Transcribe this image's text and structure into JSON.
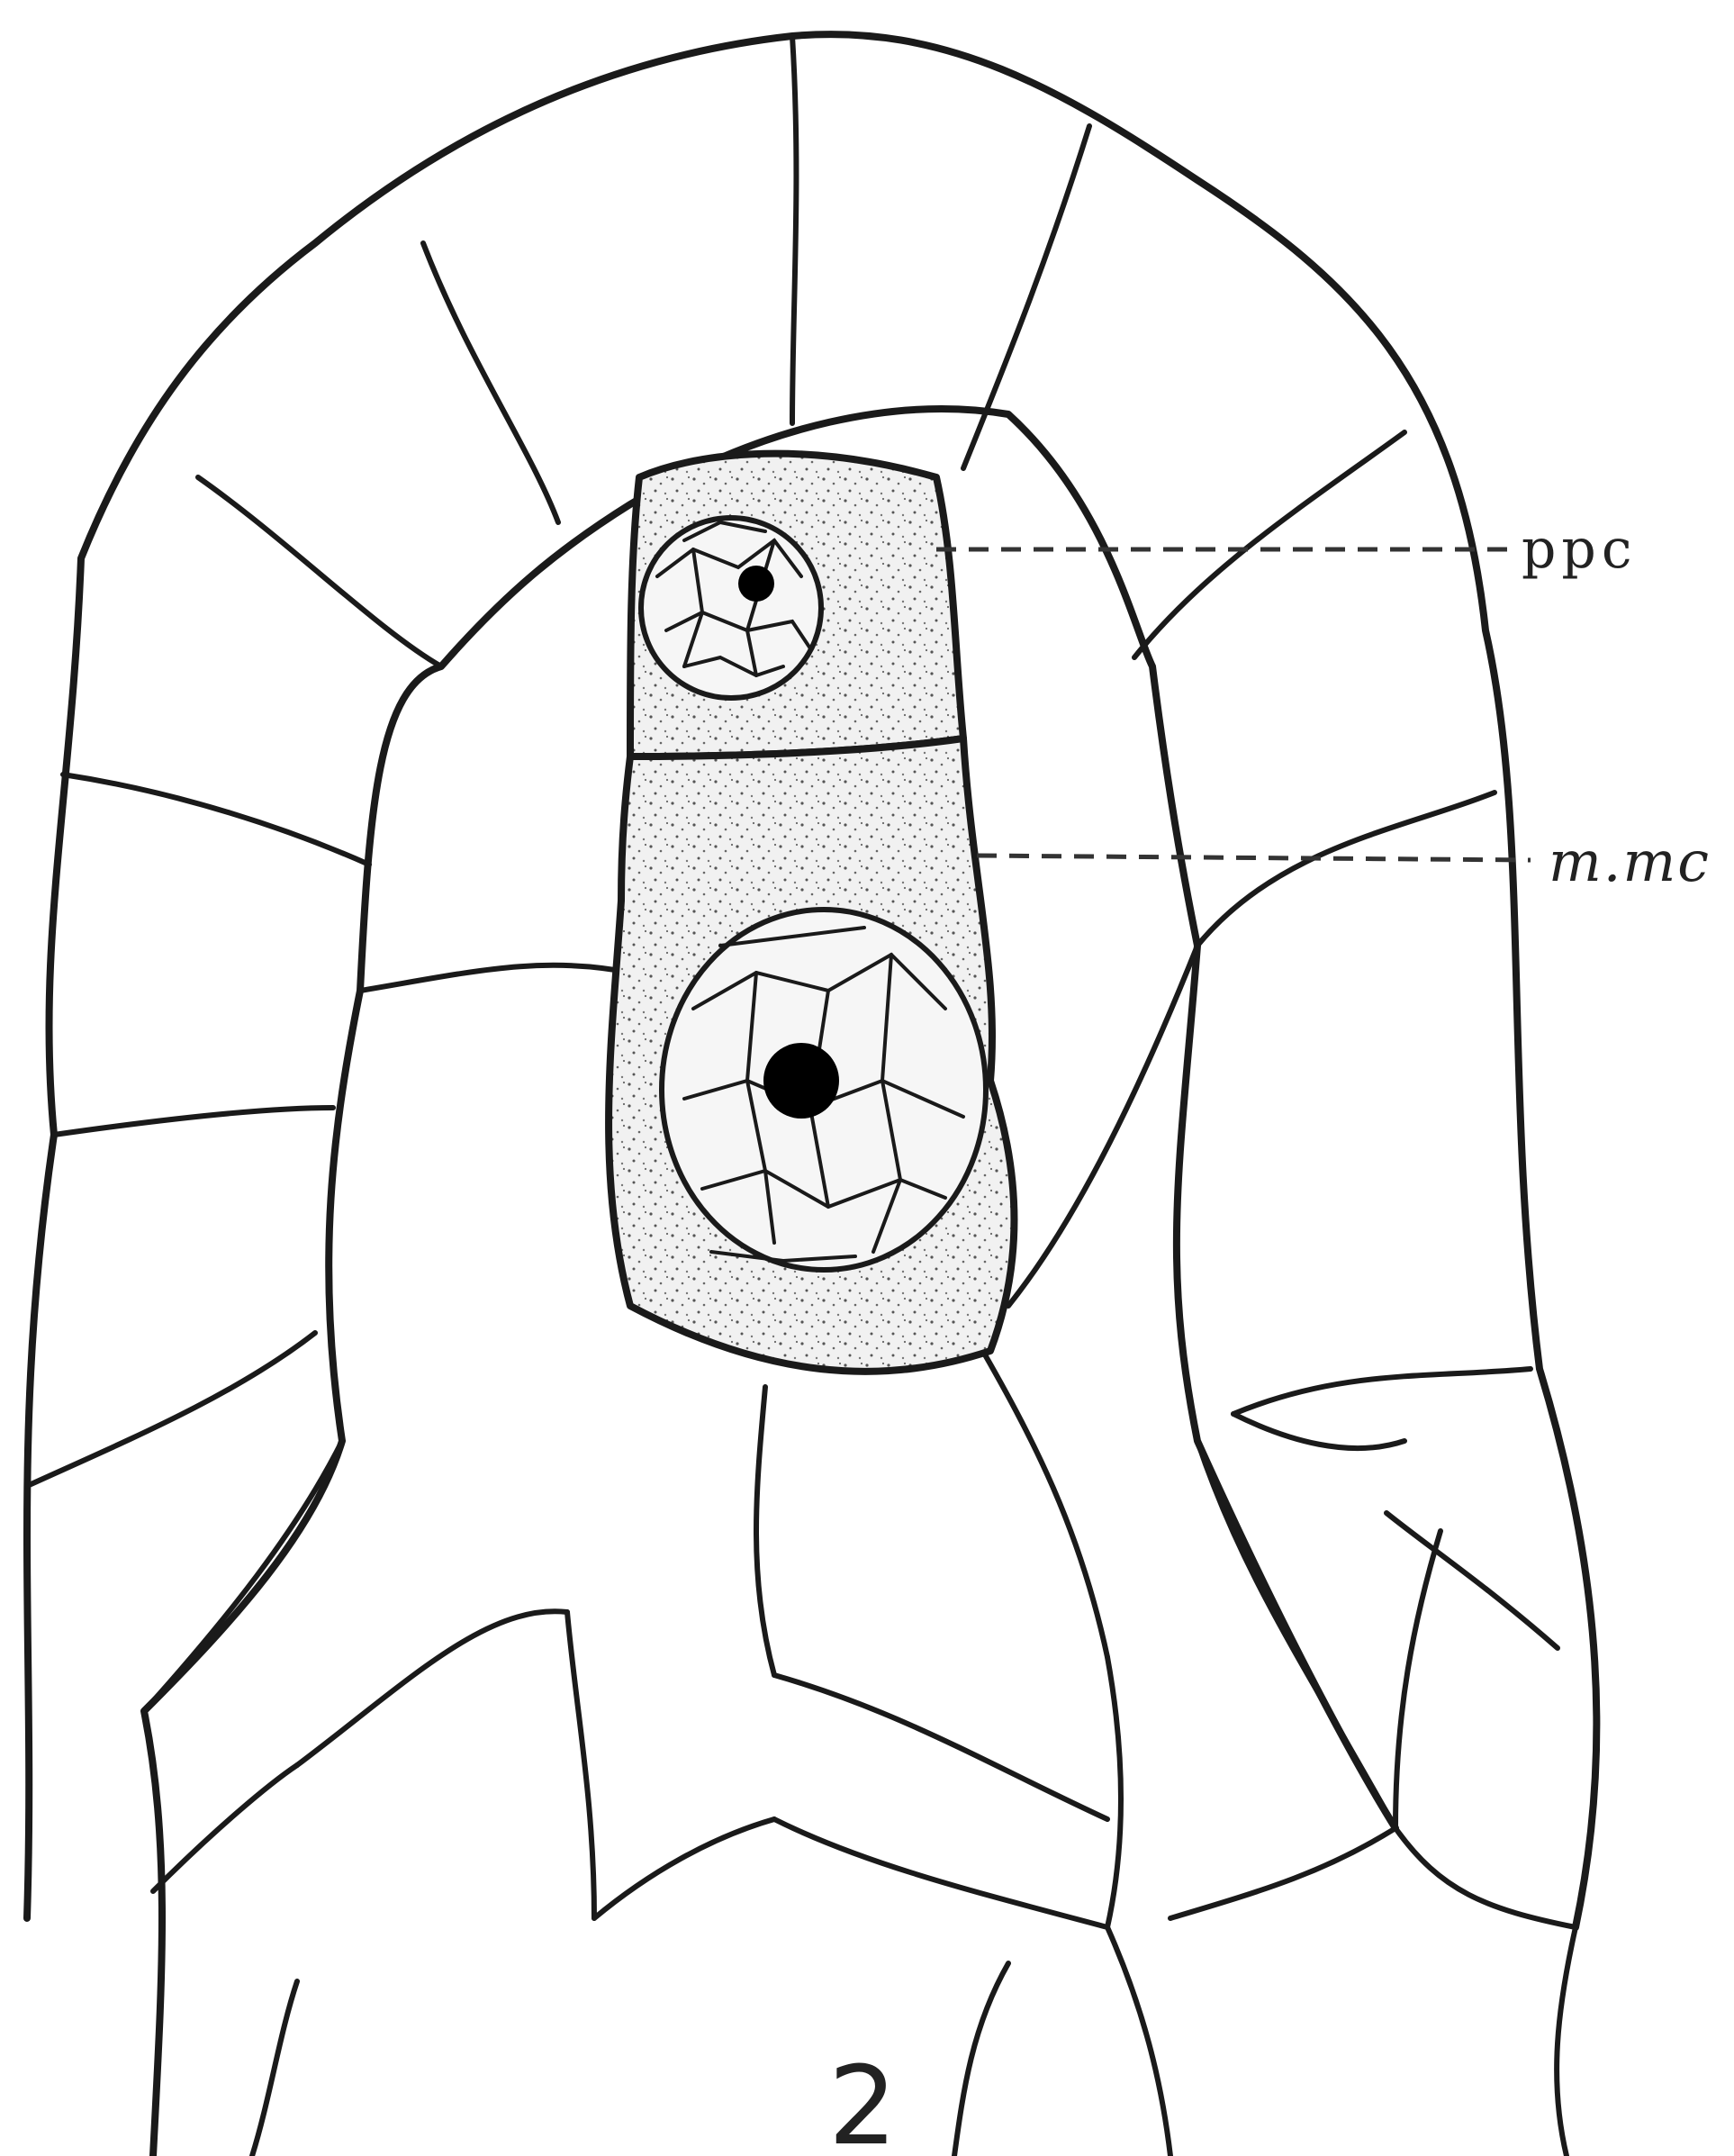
{
  "figure": {
    "number": "2",
    "labels": {
      "ppc": "ppc",
      "mmc": "m.mc"
    }
  }
}
